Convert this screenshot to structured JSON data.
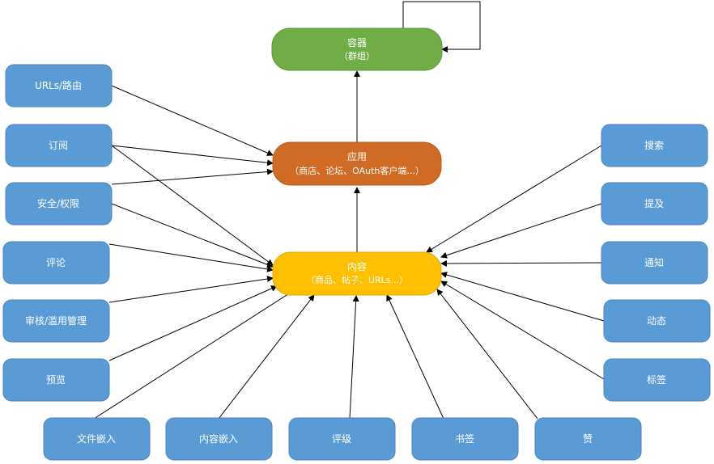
{
  "colors": {
    "blue_fill": "#5b9bd5",
    "blue_stroke": "#4a86c0",
    "green_fill": "#70ad47",
    "green_stroke": "#5e9639",
    "orange_fill": "#d06b25",
    "orange_stroke": "#b85c1c",
    "yellow_fill": "#ffc000",
    "yellow_stroke": "#e0a800",
    "arrow": "#000000"
  },
  "core": {
    "container": {
      "title": "容器",
      "subtitle": "（群组）"
    },
    "application": {
      "title": "应用",
      "subtitle": "（商店、论坛、OAuth客户端...）"
    },
    "content": {
      "title": "内容",
      "subtitle": "（商品、帖子、URLs...）"
    }
  },
  "left_nodes": [
    {
      "label": "URLs/路由"
    },
    {
      "label": "订阅"
    },
    {
      "label": "安全/权限"
    },
    {
      "label": "评论"
    },
    {
      "label": "审核/滥用管理"
    },
    {
      "label": "预览"
    }
  ],
  "right_nodes": [
    {
      "label": "搜索"
    },
    {
      "label": "提及"
    },
    {
      "label": "通知"
    },
    {
      "label": "动态"
    },
    {
      "label": "标签"
    }
  ],
  "bottom_nodes": [
    {
      "label": "文件嵌入"
    },
    {
      "label": "内容嵌入"
    },
    {
      "label": "评级"
    },
    {
      "label": "书签"
    },
    {
      "label": "赞"
    }
  ]
}
